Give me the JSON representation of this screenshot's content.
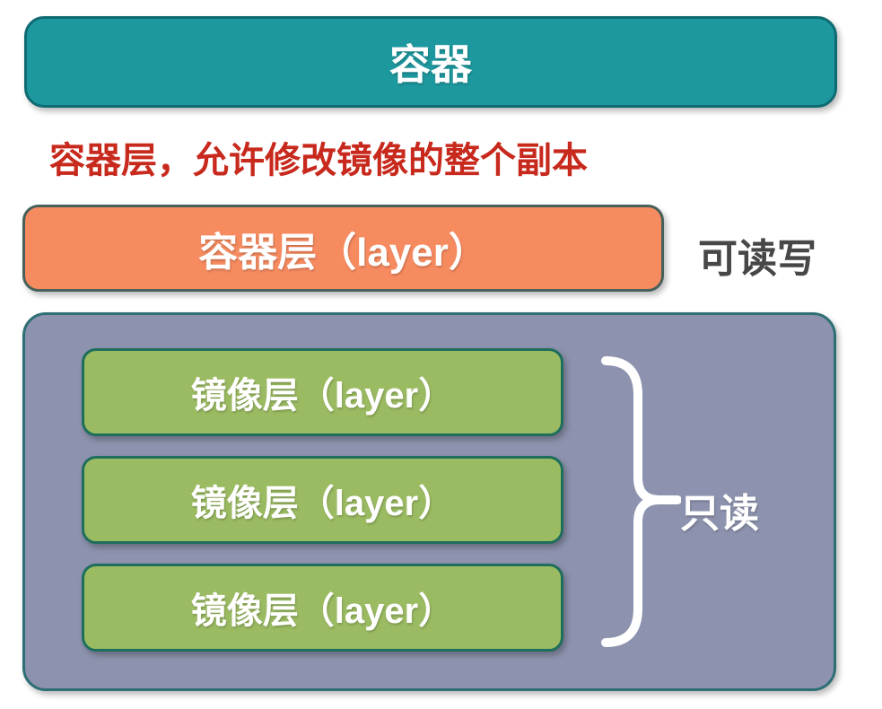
{
  "diagram": {
    "title_box": {
      "label": "容器"
    },
    "caption": "容器层，允许修改镜像的整个副本",
    "container_layer": {
      "label": "容器层（layer）",
      "annotation": "可读写"
    },
    "image_layers": {
      "items": [
        {
          "label": "镜像层（layer）"
        },
        {
          "label": "镜像层（layer）"
        },
        {
          "label": "镜像层（layer）"
        }
      ],
      "annotation": "只读"
    },
    "icons": {
      "brace": "curly-brace-right"
    },
    "colors": {
      "container_bg": "#1d989e",
      "container_border": "#0e6b72",
      "layer_bg": "#f78b60",
      "layer_border": "#47605a",
      "group_bg": "#8d93ae",
      "group_border": "#2d6f74",
      "image_layer_bg": "#9bbb62",
      "image_layer_border": "#1e6e5d",
      "caption_color": "#c8291d",
      "writable_color": "#474747",
      "brace_color": "#ffffff"
    }
  }
}
